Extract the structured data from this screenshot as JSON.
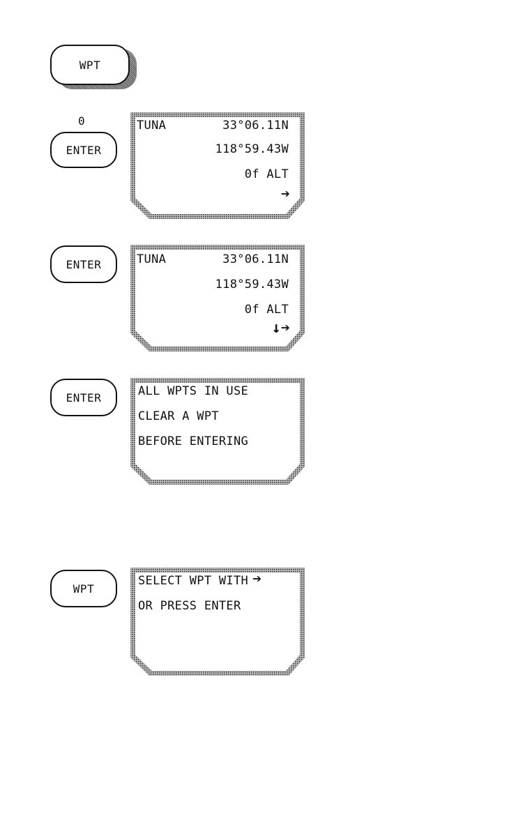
{
  "key_wpt_top": {
    "label": "WPT"
  },
  "step1": {
    "key_number": "0",
    "key_label": "ENTER",
    "screen": {
      "name": "TUNA",
      "lat": "33°06.11N",
      "lon": "118°59.43W",
      "alt": "0f ALT",
      "arrows": "➔"
    }
  },
  "step2": {
    "key_label": "ENTER",
    "screen": {
      "name": "TUNA",
      "lat": "33°06.11N",
      "lon": "118°59.43W",
      "alt": "0f ALT",
      "arrows": "↓➔"
    }
  },
  "step3": {
    "key_label": "ENTER",
    "screen": {
      "line1": "ALL WPTS IN USE",
      "line2": "CLEAR A WPT",
      "line3": "BEFORE ENTERING"
    }
  },
  "step4": {
    "key_label": "WPT",
    "screen": {
      "line1": "SELECT WPT WITH",
      "arrow": "➔",
      "line2": "OR PRESS ENTER"
    }
  }
}
